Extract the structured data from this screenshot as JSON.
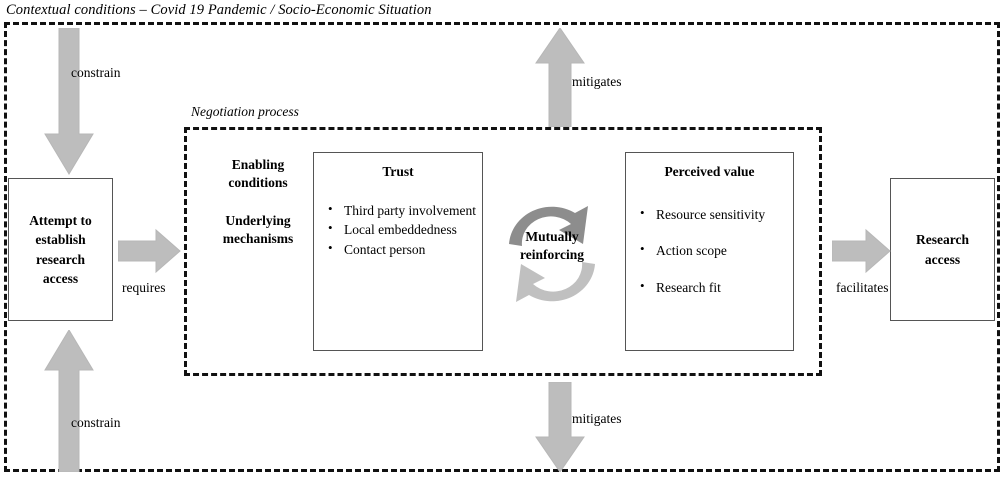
{
  "figure": {
    "title": "Contextual conditions – Covid 19 Pandemic / Socio-Economic Situation",
    "inner_container_label": "Negotiation process"
  },
  "boxes": {
    "attempt": {
      "label": "Attempt to\nestablish\nresearch\naccess"
    },
    "research_access": {
      "label": "Research\naccess"
    },
    "trust": {
      "heading": "Trust",
      "bullets": [
        "Third party involvement",
        "Local embeddedness",
        "Contact person"
      ]
    },
    "perceived_value": {
      "heading": "Perceived value",
      "bullets": [
        "Resource sensitivity",
        "Action scope",
        "Research fit"
      ]
    }
  },
  "side_labels": {
    "enabling": "Enabling\nconditions",
    "underlying": "Underlying\nmechanisms"
  },
  "cycle": {
    "label": "Mutually\nreinforcing"
  },
  "edge_labels": {
    "constrain_top": "constrain",
    "constrain_bottom": "constrain",
    "requires": "requires",
    "facilitates": "facilitates",
    "mitigates_top": "mitigates",
    "mitigates_bottom": "mitigates"
  },
  "colors": {
    "arrow_fill": "#bdbdbd",
    "arrow_stroke": "#b2b2b2",
    "cycle_dark": "#808080",
    "cycle_light": "#c4c4c4",
    "box_border": "#555555",
    "dash_border": "#111111",
    "background": "#ffffff"
  }
}
